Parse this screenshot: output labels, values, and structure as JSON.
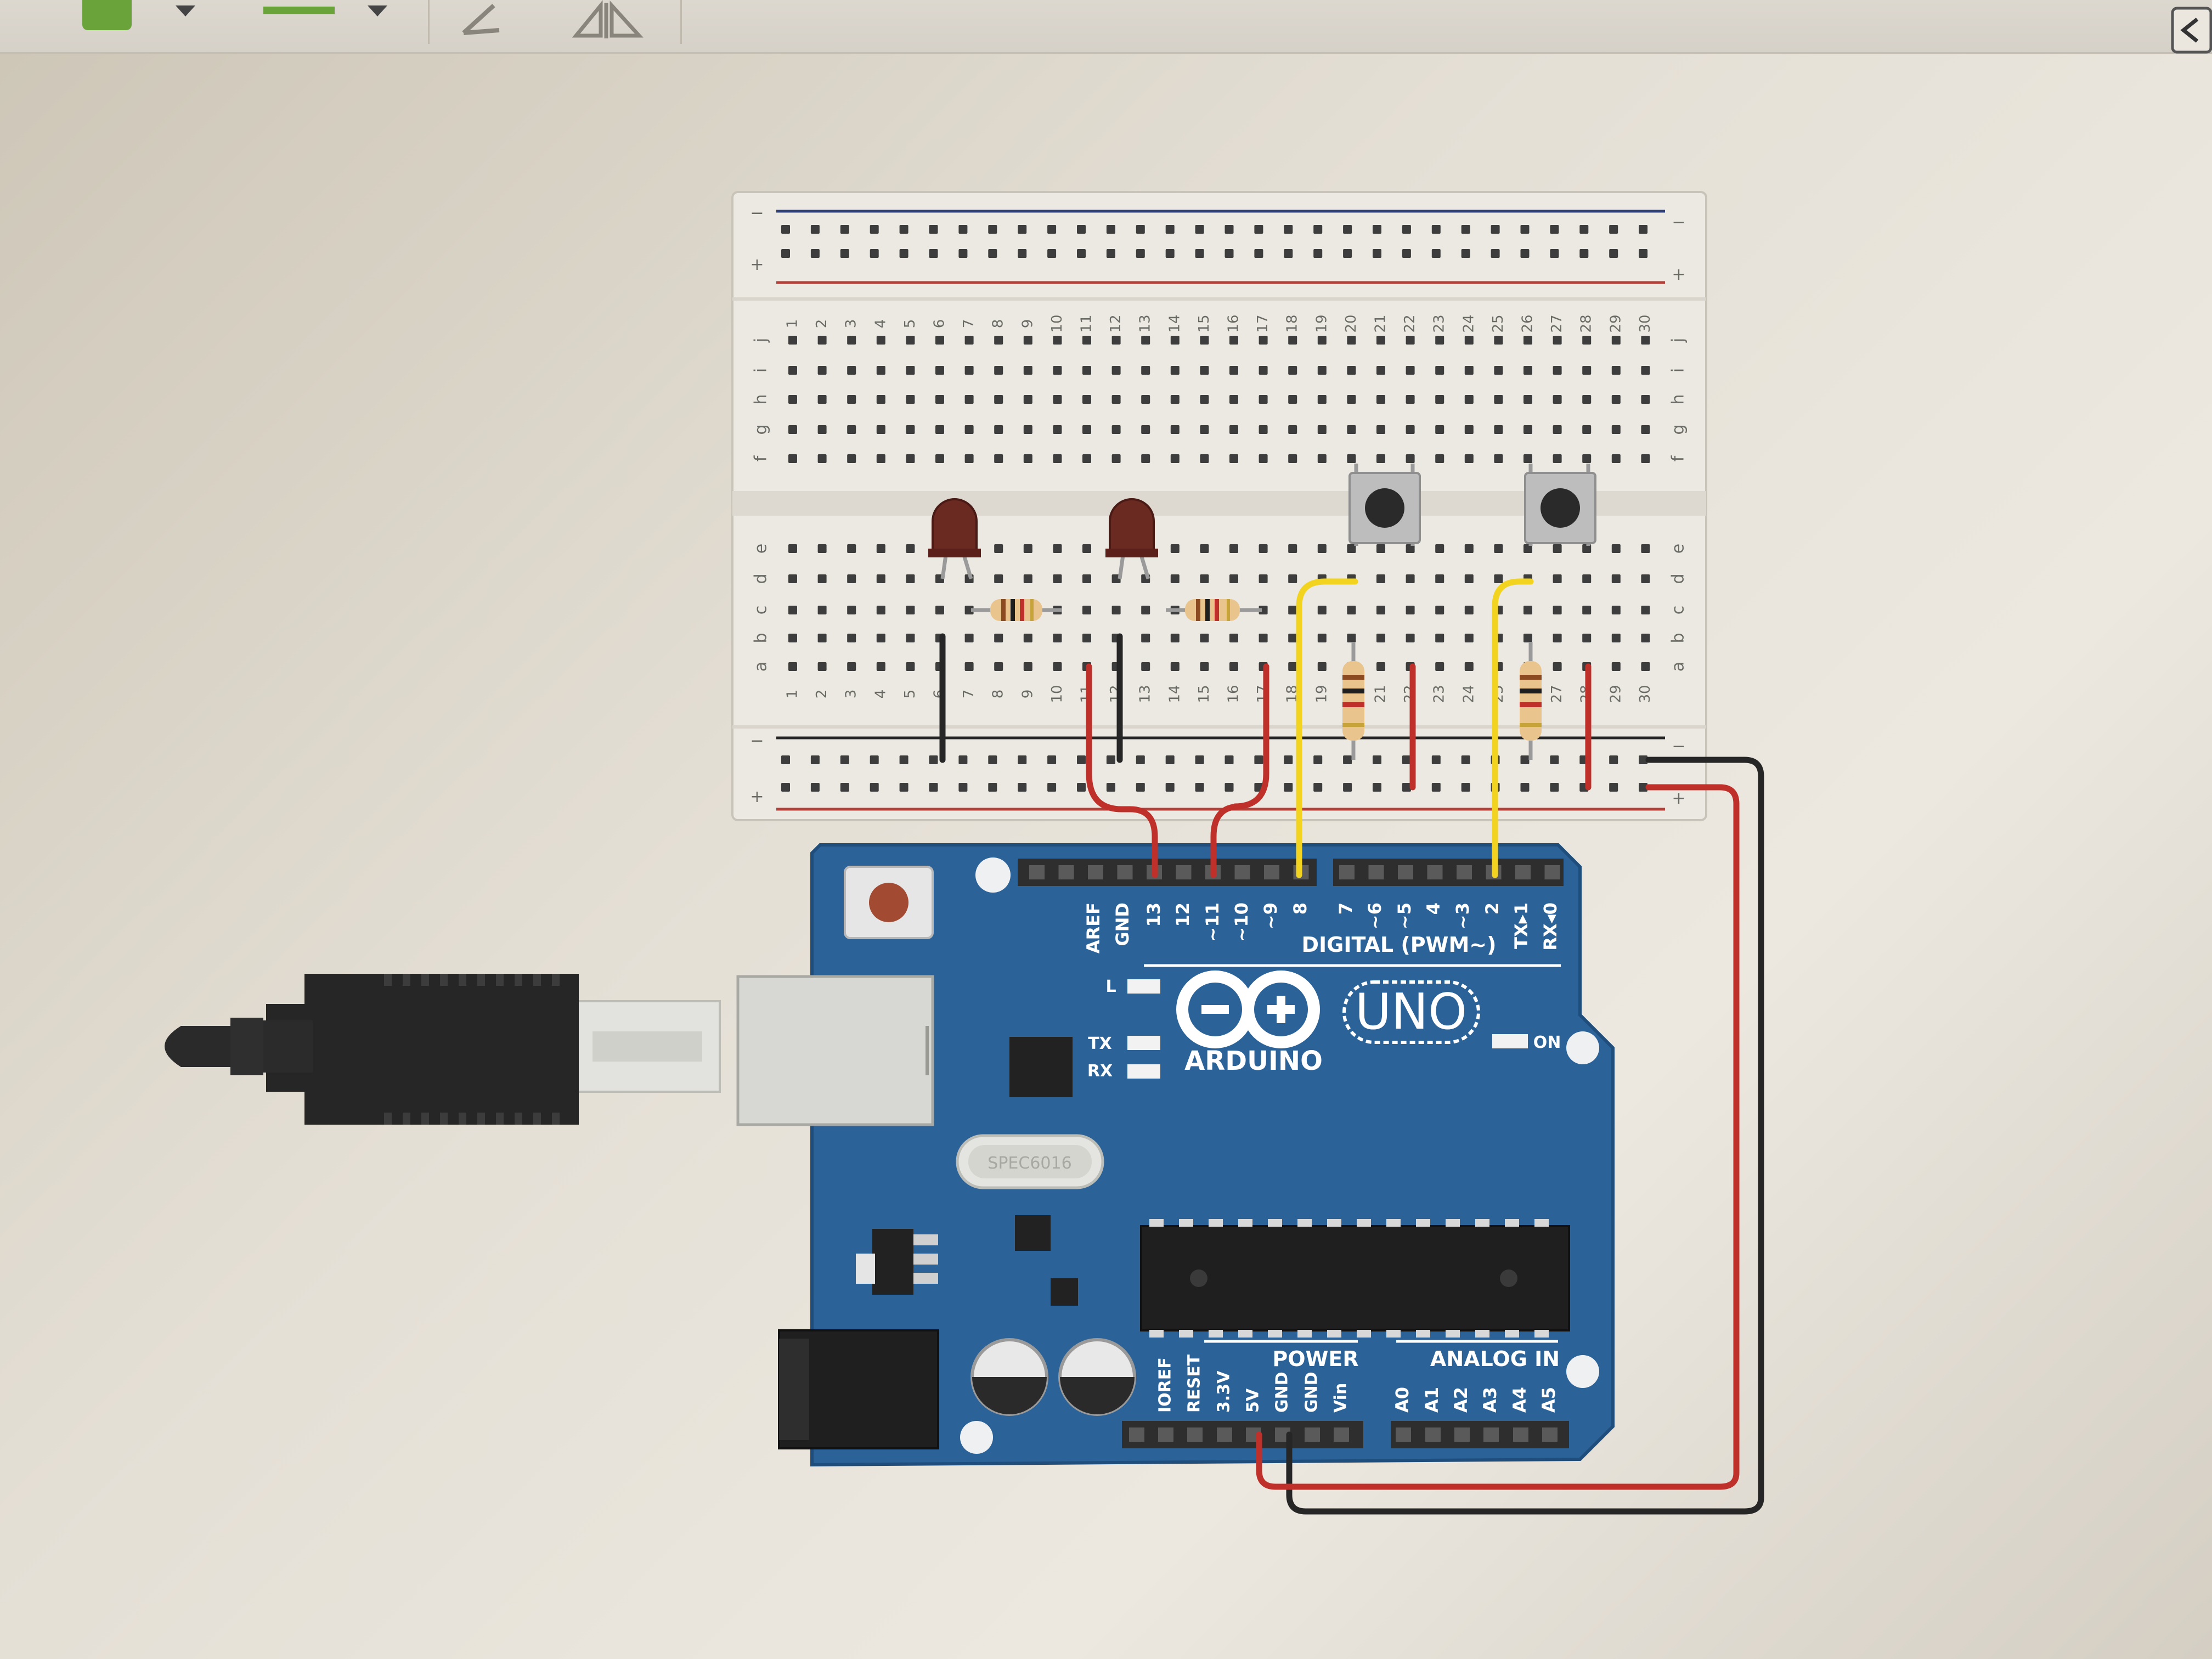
{
  "toolbar": {
    "items": [
      "color-swatch",
      "line-style",
      "rotate-tool",
      "flip-tool"
    ],
    "right_icon": "collapse-panel-icon"
  },
  "breadboard": {
    "rail_minus": "−",
    "rail_plus": "+",
    "columns": [
      "1",
      "2",
      "3",
      "4",
      "5",
      "6",
      "7",
      "8",
      "9",
      "10",
      "11",
      "12",
      "13",
      "14",
      "15",
      "16",
      "17",
      "18",
      "19",
      "20",
      "21",
      "22",
      "23",
      "24",
      "25",
      "26",
      "27",
      "28",
      "29",
      "30"
    ],
    "rows_top": [
      "j",
      "i",
      "h",
      "g",
      "f"
    ],
    "rows_bottom": [
      "e",
      "d",
      "c",
      "b",
      "a"
    ]
  },
  "arduino": {
    "brand": "ARDUINO",
    "model": "UNO",
    "digital_label": "DIGITAL (PWM~)",
    "digital_pins": [
      "AREF",
      "GND",
      "13",
      "12",
      "~11",
      "~10",
      "~9",
      "8",
      "7",
      "~6",
      "~5",
      "4",
      "~3",
      "2",
      "TX▸1",
      "RX◂0"
    ],
    "led_l": "L",
    "led_tx": "TX",
    "led_rx": "RX",
    "on_label": "ON",
    "crystal_text": "SPEC6016",
    "power_label": "POWER",
    "power_pins": [
      "IOREF",
      "RESET",
      "3.3V",
      "5V",
      "GND",
      "GND",
      "Vin"
    ],
    "analog_label": "ANALOG IN",
    "analog_pins": [
      "A0",
      "A1",
      "A2",
      "A3",
      "A4",
      "A5"
    ]
  },
  "colors": {
    "board_blue": "#2b6298",
    "wire_red": "#c0302b",
    "wire_black": "#262626",
    "wire_yellow": "#f2d31f",
    "led_red": "#6a2a22"
  }
}
